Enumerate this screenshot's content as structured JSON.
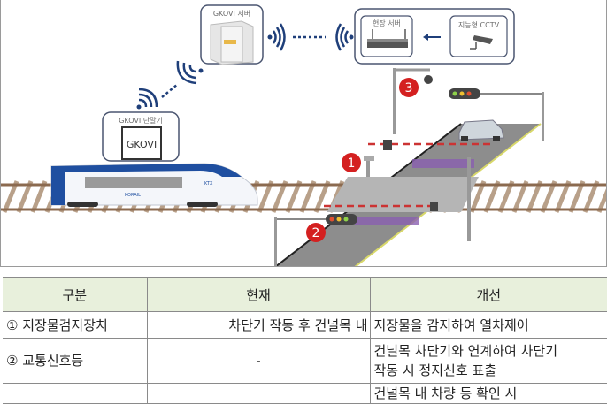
{
  "diagram": {
    "gkovi_server_label": "GKOVI 서버",
    "field_server_label": "현장 서버",
    "cctv_label": "지능형 CCTV",
    "terminal_label": "GKOVI 단말기",
    "terminal_screen_text": "GKOVI",
    "train_brand": "KORAIL",
    "train_logo": "KTX",
    "markers": [
      "1",
      "2",
      "3"
    ],
    "colors": {
      "train_blue": "#1f4fa0",
      "marker_red": "#d42020",
      "signal_dot": "#1f3f7a",
      "rail_brown": "#8b6a4f"
    }
  },
  "table": {
    "headers": [
      "구분",
      "현재",
      "개선"
    ],
    "rows": [
      {
        "category": "① 지장물검지장치",
        "current": "차단기 작동 후 건널목 내",
        "improvement": "지장물을 감지하여 열차제어"
      },
      {
        "category": "② 교통신호등",
        "current": "-",
        "improvement_lines": [
          "건널목 차단기와 연계하여 차단기",
          "작동 시 정지신호 표출"
        ]
      },
      {
        "category": "",
        "current": "",
        "improvement": "건널목 내 차량 등 확인 시"
      }
    ]
  }
}
